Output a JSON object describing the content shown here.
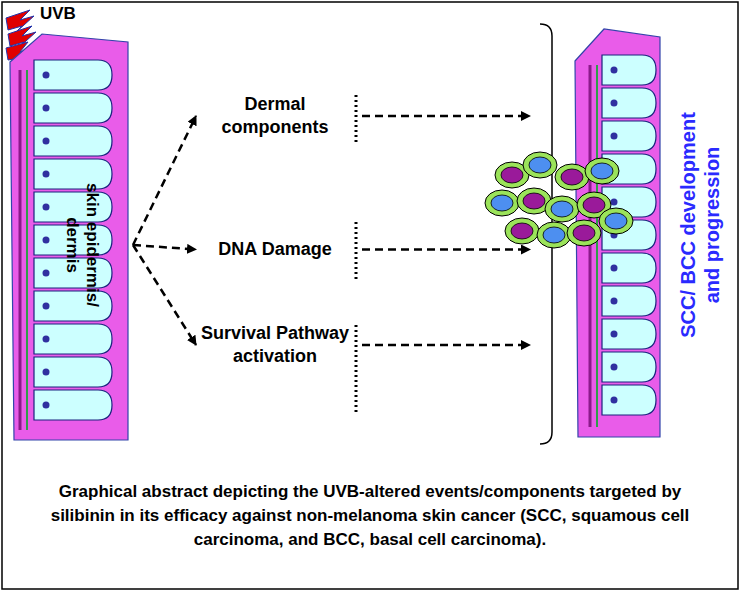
{
  "diagram": {
    "caption": "Graphical abstract depicting the UVB-altered events/components targeted by silibinin in its efficacy against non-melanoma skin cancer (SCC, squamous cell carcinoma, and BCC, basal cell carcinoma).",
    "nodes": [
      {
        "text": [
          "skin epidermis/ dermis"
        ]
      },
      {
        "text": [
          "Dermal components"
        ]
      },
      {
        "text": [
          "DNA Damage"
        ]
      },
      {
        "text": [
          "Survival Pathway activation"
        ]
      },
      {
        "text": [
          "SCC/ BCC development and progression"
        ]
      }
    ],
    "edges": [
      {
        "from": 0,
        "to": 1,
        "arrow": "to"
      },
      {
        "from": 0,
        "to": 2,
        "arrow": "to"
      },
      {
        "from": 0,
        "to": 3,
        "arrow": "to"
      },
      {
        "from": 1,
        "to": 4,
        "arrow": "to"
      },
      {
        "from": 2,
        "to": 4,
        "arrow": "to"
      },
      {
        "from": 3,
        "to": 4,
        "arrow": "to"
      }
    ],
    "labels": [
      "UVB"
    ]
  }
}
